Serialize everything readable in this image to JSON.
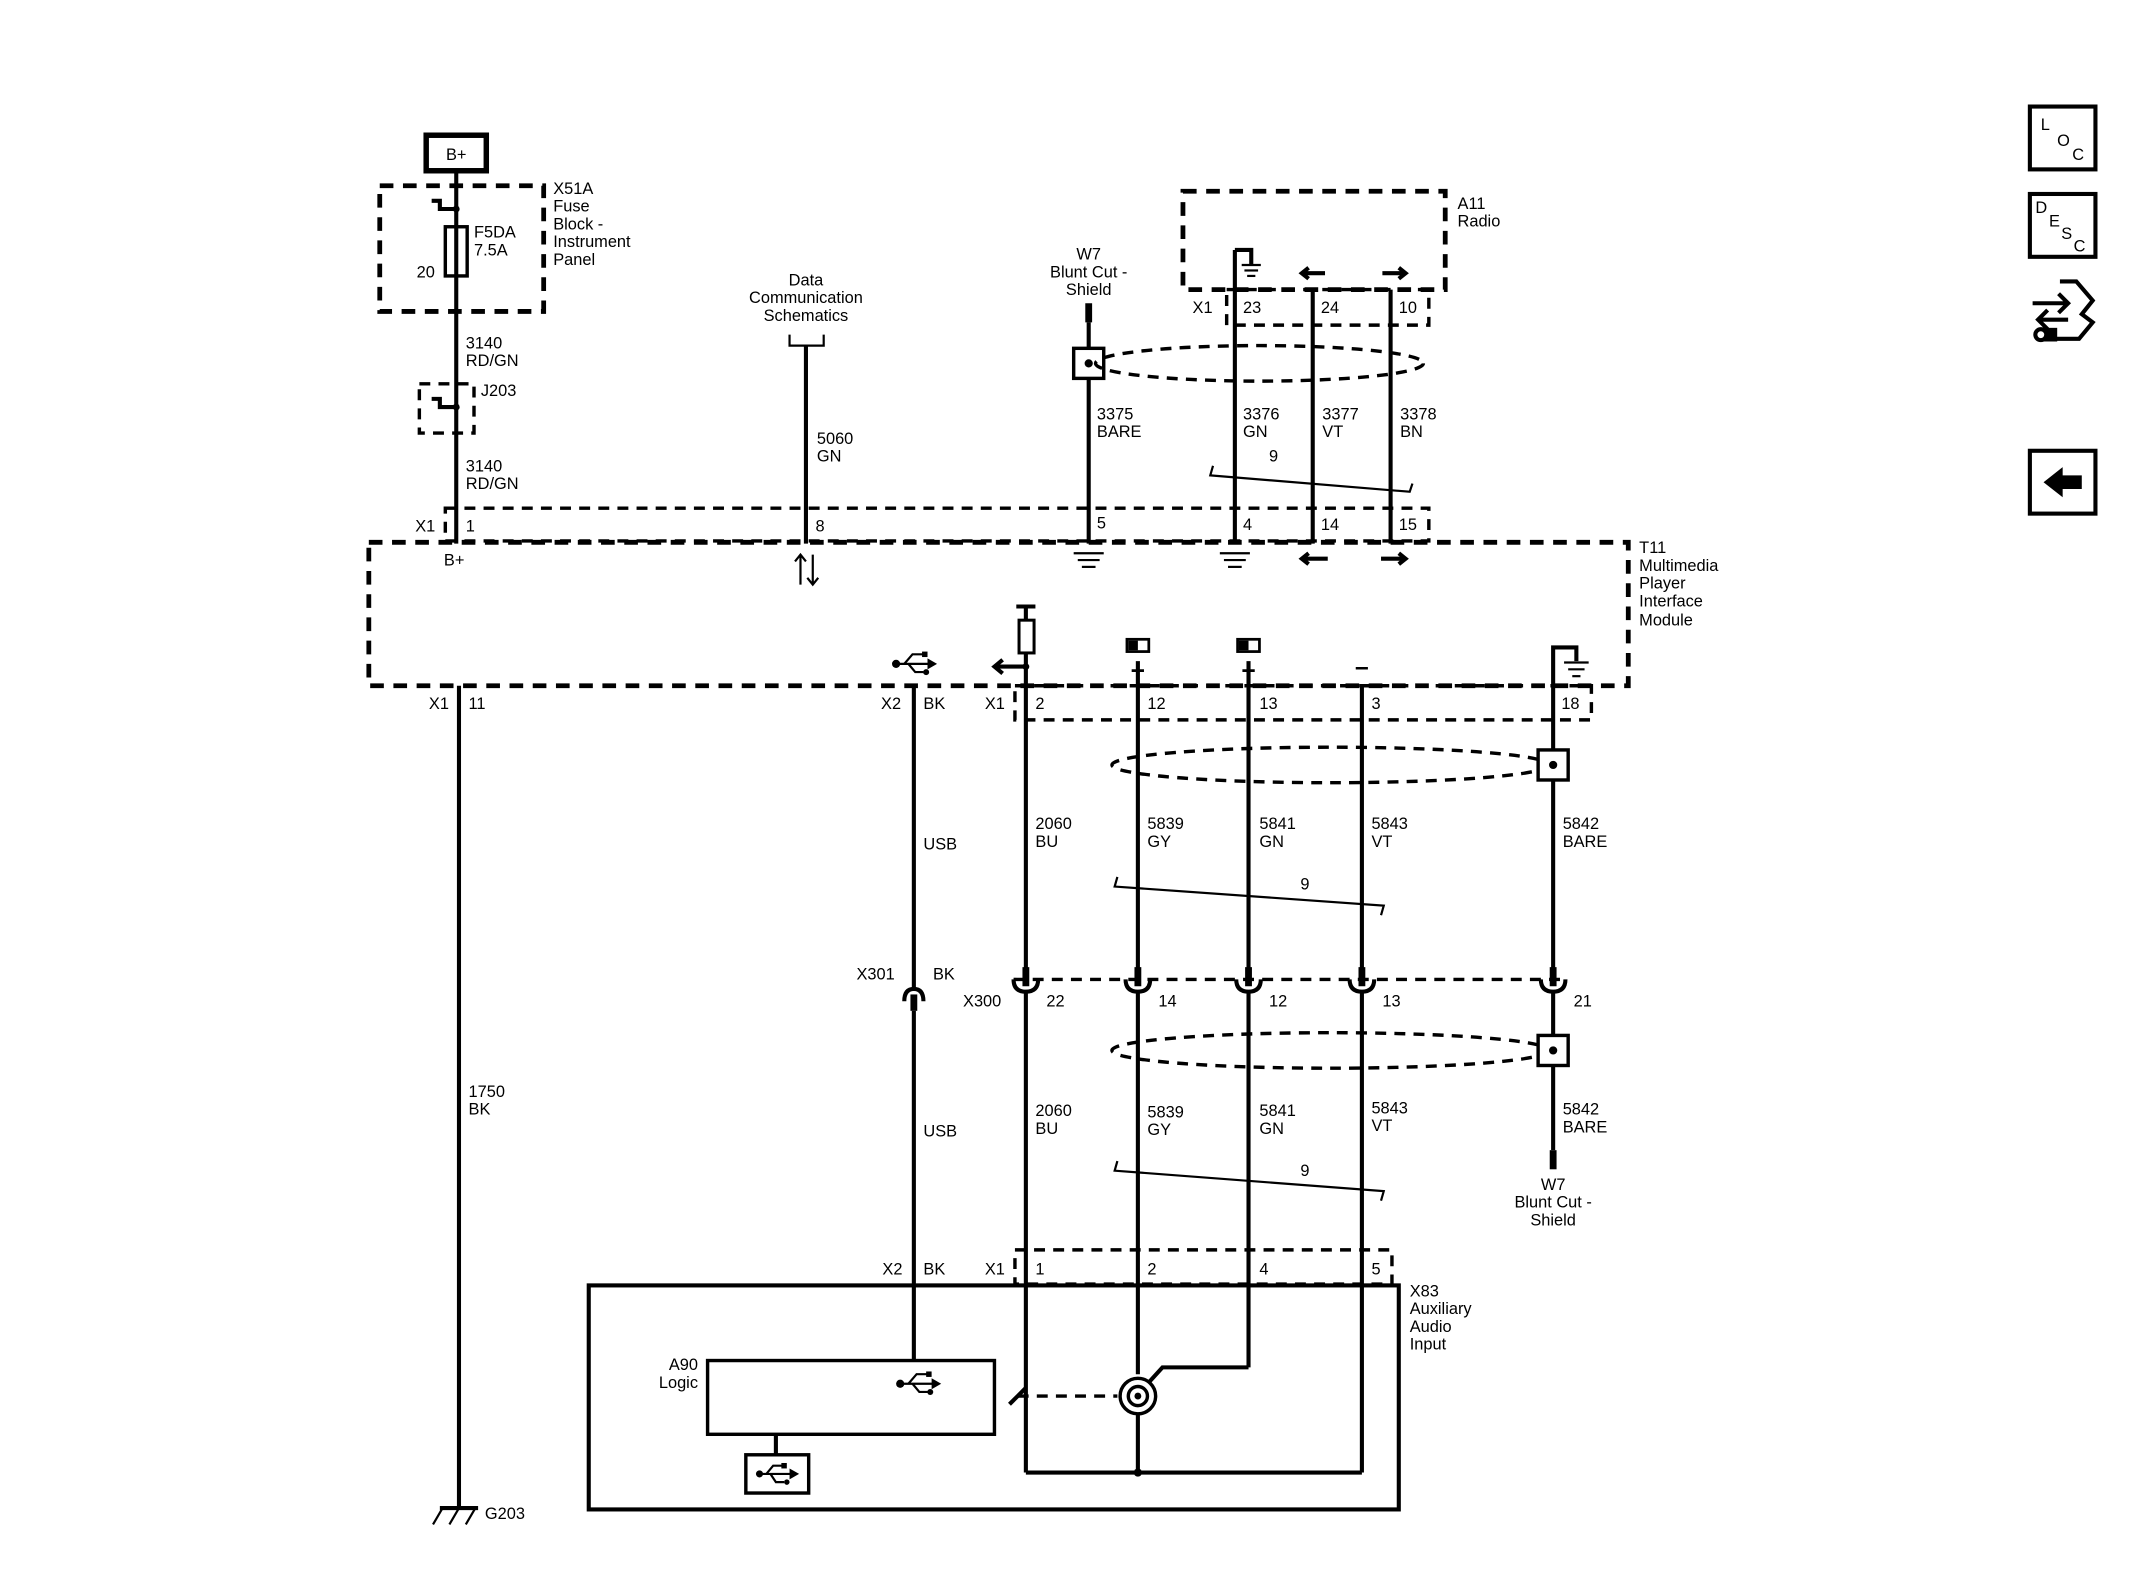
{
  "power": {
    "label": "B+"
  },
  "fuse_block": {
    "lines": [
      "X51A",
      "Fuse",
      "Block -",
      "Instrument",
      "Panel"
    ],
    "fuse_name": "F5DA",
    "fuse_rating": "7.5A",
    "pin": "20"
  },
  "wire_3140_upper": {
    "num": "3140",
    "color": "RD/GN"
  },
  "splice_j203": {
    "label": "J203"
  },
  "wire_3140_lower": {
    "num": "3140",
    "color": "RD/GN"
  },
  "data_comm": {
    "lines": [
      "Data",
      "Communication",
      "Schematics"
    ]
  },
  "wire_5060": {
    "num": "5060",
    "color": "GN"
  },
  "w7_top": {
    "lines": [
      "W7",
      "Blunt Cut -",
      "Shield"
    ]
  },
  "wire_3375": {
    "num": "3375",
    "color": "BARE"
  },
  "radio": {
    "lines": [
      "A11",
      "Radio"
    ],
    "connector": "X1",
    "pins": [
      "23",
      "24",
      "10"
    ]
  },
  "wire_3376": {
    "num": "3376",
    "color": "GN"
  },
  "wire_3377": {
    "num": "3377",
    "color": "VT"
  },
  "wire_3378": {
    "num": "3378",
    "color": "BN"
  },
  "twist_top": "9",
  "t11": {
    "lines": [
      "T11",
      "Multimedia",
      "Player",
      "Interface",
      "Module"
    ],
    "top_connector": "X1",
    "top_pins": [
      "1",
      "8",
      "5",
      "4",
      "14",
      "15"
    ],
    "bplus": "B+",
    "x1_left": "X1",
    "pin_11": "11",
    "x2": "X2",
    "bk": "BK",
    "x1_bottom": "X1",
    "bottom_pins": [
      "2",
      "12",
      "13",
      "3",
      "18"
    ],
    "plus1": "+",
    "plus2": "+",
    "minus": "–"
  },
  "wire_1750": {
    "num": "1750",
    "color": "BK"
  },
  "ground_g203": "G203",
  "usb_upper": "USB",
  "usb_lower": "USB",
  "x301": {
    "label": "X301",
    "color": "BK"
  },
  "wires_mid": [
    {
      "num": "2060",
      "color": "BU"
    },
    {
      "num": "5839",
      "color": "GY"
    },
    {
      "num": "5841",
      "color": "GN"
    },
    {
      "num": "5843",
      "color": "VT"
    },
    {
      "num": "5842",
      "color": "BARE"
    }
  ],
  "twist_mid": "9",
  "x300": {
    "label": "X300",
    "pins": [
      "22",
      "14",
      "12",
      "13",
      "21"
    ]
  },
  "wires_low": [
    {
      "num": "2060",
      "color": "BU"
    },
    {
      "num": "5839",
      "color": "GY"
    },
    {
      "num": "5841",
      "color": "GN"
    },
    {
      "num": "5843",
      "color": "VT"
    },
    {
      "num": "5842",
      "color": "BARE"
    }
  ],
  "twist_low": "9",
  "w7_bottom": {
    "lines": [
      "W7",
      "Blunt Cut -",
      "Shield"
    ]
  },
  "x83": {
    "lines": [
      "X83",
      "Auxiliary",
      "Audio",
      "Input"
    ],
    "x2": "X2",
    "bk": "BK",
    "x1": "X1",
    "pins": [
      "1",
      "2",
      "4",
      "5"
    ]
  },
  "a90": {
    "lines": [
      "A90",
      "Logic"
    ]
  },
  "nav": {
    "loc": [
      "L",
      "O",
      "C"
    ],
    "desc": [
      "D",
      "E",
      "S",
      "C"
    ]
  }
}
